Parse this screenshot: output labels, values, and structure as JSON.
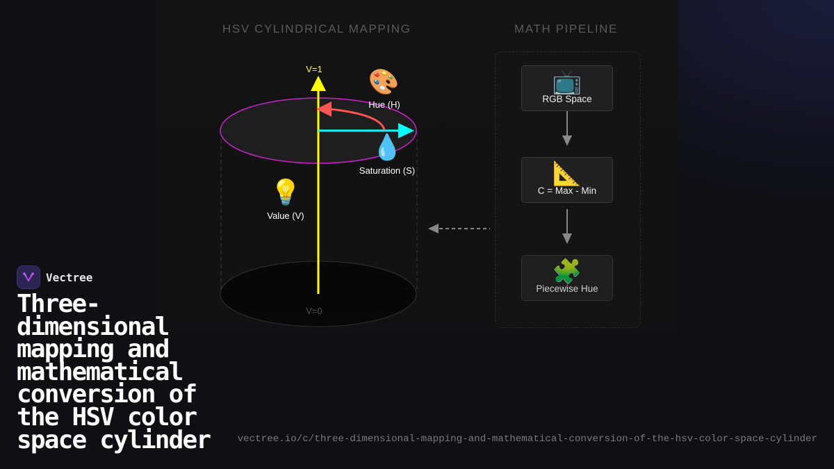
{
  "brand": {
    "name": "Vectree",
    "logo_icon": "vectree-logo-icon",
    "accent": "#a855f7"
  },
  "headline": "Three-dimensional mapping and mathematical conversion of the HSV color space cylinder",
  "url": "vectree.io/c/three-dimensional-mapping-and-mathematical-conversion-of-the-hsv-color-space-cylinder",
  "left_section": {
    "title": "HSV CYLINDRICAL MAPPING",
    "top_label": "V=1",
    "bottom_label": "V=0",
    "hue": {
      "label": "Hue (H)",
      "icon": "palette-icon",
      "emoji": "🎨",
      "color": "#ff5555"
    },
    "saturation": {
      "label": "Saturation (S)",
      "icon": "droplet-icon",
      "emoji": "💧",
      "color": "#00ffff"
    },
    "value": {
      "label": "Value (V)",
      "icon": "lightbulb-icon",
      "emoji": "💡",
      "color": "#ffff00"
    },
    "top_ellipse_color": "#cc22cc"
  },
  "right_section": {
    "title": "MATH PIPELINE",
    "nodes": [
      {
        "label": "RGB Space",
        "icon": "television-icon",
        "emoji": "📺"
      },
      {
        "label": "C = Max - Min",
        "icon": "triangular-ruler-icon",
        "emoji": "📐"
      },
      {
        "label": "Piecewise Hue",
        "icon": "puzzle-piece-icon",
        "emoji": "🧩"
      }
    ]
  }
}
